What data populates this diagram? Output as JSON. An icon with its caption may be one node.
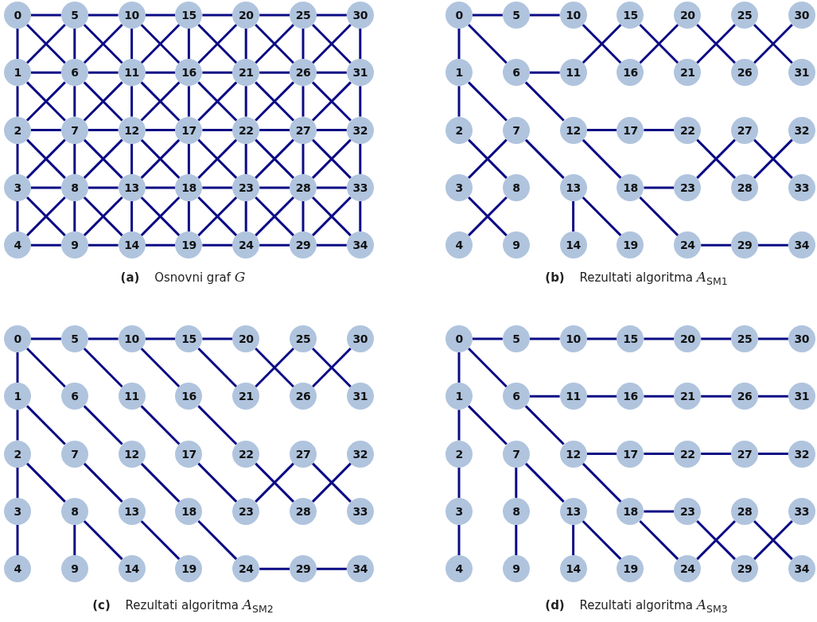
{
  "diagram": {
    "nodes": [
      {
        "text": [
          "0"
        ]
      },
      {
        "text": [
          "1"
        ]
      },
      {
        "text": [
          "2"
        ]
      },
      {
        "text": [
          "3"
        ]
      },
      {
        "text": [
          "4"
        ]
      },
      {
        "text": [
          "5"
        ]
      },
      {
        "text": [
          "6"
        ]
      },
      {
        "text": [
          "7"
        ]
      },
      {
        "text": [
          "8"
        ]
      },
      {
        "text": [
          "9"
        ]
      },
      {
        "text": [
          "10"
        ]
      },
      {
        "text": [
          "11"
        ]
      },
      {
        "text": [
          "12"
        ]
      },
      {
        "text": [
          "13"
        ]
      },
      {
        "text": [
          "14"
        ]
      },
      {
        "text": [
          "15"
        ]
      },
      {
        "text": [
          "16"
        ]
      },
      {
        "text": [
          "17"
        ]
      },
      {
        "text": [
          "18"
        ]
      },
      {
        "text": [
          "19"
        ]
      },
      {
        "text": [
          "20"
        ]
      },
      {
        "text": [
          "21"
        ]
      },
      {
        "text": [
          "22"
        ]
      },
      {
        "text": [
          "23"
        ]
      },
      {
        "text": [
          "24"
        ]
      },
      {
        "text": [
          "25"
        ]
      },
      {
        "text": [
          "26"
        ]
      },
      {
        "text": [
          "27"
        ]
      },
      {
        "text": [
          "28"
        ]
      },
      {
        "text": [
          "29"
        ]
      },
      {
        "text": [
          "30"
        ]
      },
      {
        "text": [
          "31"
        ]
      },
      {
        "text": [
          "32"
        ]
      },
      {
        "text": [
          "33"
        ]
      },
      {
        "text": [
          "34"
        ]
      },
      {
        "text": [
          "0"
        ]
      },
      {
        "text": [
          "1"
        ]
      },
      {
        "text": [
          "2"
        ]
      },
      {
        "text": [
          "3"
        ]
      },
      {
        "text": [
          "4"
        ]
      },
      {
        "text": [
          "5"
        ]
      },
      {
        "text": [
          "6"
        ]
      },
      {
        "text": [
          "7"
        ]
      },
      {
        "text": [
          "8"
        ]
      },
      {
        "text": [
          "9"
        ]
      },
      {
        "text": [
          "10"
        ]
      },
      {
        "text": [
          "11"
        ]
      },
      {
        "text": [
          "12"
        ]
      },
      {
        "text": [
          "13"
        ]
      },
      {
        "text": [
          "14"
        ]
      },
      {
        "text": [
          "15"
        ]
      },
      {
        "text": [
          "16"
        ]
      },
      {
        "text": [
          "17"
        ]
      },
      {
        "text": [
          "18"
        ]
      },
      {
        "text": [
          "19"
        ]
      },
      {
        "text": [
          "20"
        ]
      },
      {
        "text": [
          "21"
        ]
      },
      {
        "text": [
          "22"
        ]
      },
      {
        "text": [
          "23"
        ]
      },
      {
        "text": [
          "24"
        ]
      },
      {
        "text": [
          "25"
        ]
      },
      {
        "text": [
          "26"
        ]
      },
      {
        "text": [
          "27"
        ]
      },
      {
        "text": [
          "28"
        ]
      },
      {
        "text": [
          "29"
        ]
      },
      {
        "text": [
          "30"
        ]
      },
      {
        "text": [
          "31"
        ]
      },
      {
        "text": [
          "32"
        ]
      },
      {
        "text": [
          "33"
        ]
      },
      {
        "text": [
          "34"
        ]
      },
      {
        "text": [
          "0"
        ]
      },
      {
        "text": [
          "1"
        ]
      },
      {
        "text": [
          "2"
        ]
      },
      {
        "text": [
          "3"
        ]
      },
      {
        "text": [
          "4"
        ]
      },
      {
        "text": [
          "5"
        ]
      },
      {
        "text": [
          "6"
        ]
      },
      {
        "text": [
          "7"
        ]
      },
      {
        "text": [
          "8"
        ]
      },
      {
        "text": [
          "9"
        ]
      },
      {
        "text": [
          "10"
        ]
      },
      {
        "text": [
          "11"
        ]
      },
      {
        "text": [
          "12"
        ]
      },
      {
        "text": [
          "13"
        ]
      },
      {
        "text": [
          "14"
        ]
      },
      {
        "text": [
          "15"
        ]
      },
      {
        "text": [
          "16"
        ]
      },
      {
        "text": [
          "17"
        ]
      },
      {
        "text": [
          "18"
        ]
      },
      {
        "text": [
          "19"
        ]
      },
      {
        "text": [
          "20"
        ]
      },
      {
        "text": [
          "21"
        ]
      },
      {
        "text": [
          "22"
        ]
      },
      {
        "text": [
          "23"
        ]
      },
      {
        "text": [
          "24"
        ]
      },
      {
        "text": [
          "25"
        ]
      },
      {
        "text": [
          "26"
        ]
      },
      {
        "text": [
          "27"
        ]
      },
      {
        "text": [
          "28"
        ]
      },
      {
        "text": [
          "29"
        ]
      },
      {
        "text": [
          "30"
        ]
      },
      {
        "text": [
          "31"
        ]
      },
      {
        "text": [
          "32"
        ]
      },
      {
        "text": [
          "33"
        ]
      },
      {
        "text": [
          "34"
        ]
      },
      {
        "text": [
          "0"
        ]
      },
      {
        "text": [
          "1"
        ]
      },
      {
        "text": [
          "2"
        ]
      },
      {
        "text": [
          "3"
        ]
      },
      {
        "text": [
          "4"
        ]
      },
      {
        "text": [
          "5"
        ]
      },
      {
        "text": [
          "6"
        ]
      },
      {
        "text": [
          "7"
        ]
      },
      {
        "text": [
          "8"
        ]
      },
      {
        "text": [
          "9"
        ]
      },
      {
        "text": [
          "10"
        ]
      },
      {
        "text": [
          "11"
        ]
      },
      {
        "text": [
          "12"
        ]
      },
      {
        "text": [
          "13"
        ]
      },
      {
        "text": [
          "14"
        ]
      },
      {
        "text": [
          "15"
        ]
      },
      {
        "text": [
          "16"
        ]
      },
      {
        "text": [
          "17"
        ]
      },
      {
        "text": [
          "18"
        ]
      },
      {
        "text": [
          "19"
        ]
      },
      {
        "text": [
          "20"
        ]
      },
      {
        "text": [
          "21"
        ]
      },
      {
        "text": [
          "22"
        ]
      },
      {
        "text": [
          "23"
        ]
      },
      {
        "text": [
          "24"
        ]
      },
      {
        "text": [
          "25"
        ]
      },
      {
        "text": [
          "26"
        ]
      },
      {
        "text": [
          "27"
        ]
      },
      {
        "text": [
          "28"
        ]
      },
      {
        "text": [
          "29"
        ]
      },
      {
        "text": [
          "30"
        ]
      },
      {
        "text": [
          "31"
        ]
      },
      {
        "text": [
          "32"
        ]
      },
      {
        "text": [
          "33"
        ]
      },
      {
        "text": [
          "34"
        ]
      }
    ],
    "edges": [
      {
        "from": 0,
        "to": 1,
        "arrow": "none"
      },
      {
        "from": 0,
        "to": 5,
        "arrow": "none"
      },
      {
        "from": 0,
        "to": 6,
        "arrow": "none"
      },
      {
        "from": 1,
        "to": 5,
        "arrow": "none"
      },
      {
        "from": 1,
        "to": 2,
        "arrow": "none"
      },
      {
        "from": 1,
        "to": 6,
        "arrow": "none"
      },
      {
        "from": 1,
        "to": 7,
        "arrow": "none"
      },
      {
        "from": 2,
        "to": 6,
        "arrow": "none"
      },
      {
        "from": 2,
        "to": 3,
        "arrow": "none"
      },
      {
        "from": 2,
        "to": 7,
        "arrow": "none"
      },
      {
        "from": 2,
        "to": 8,
        "arrow": "none"
      },
      {
        "from": 3,
        "to": 7,
        "arrow": "none"
      },
      {
        "from": 3,
        "to": 4,
        "arrow": "none"
      },
      {
        "from": 3,
        "to": 8,
        "arrow": "none"
      },
      {
        "from": 3,
        "to": 9,
        "arrow": "none"
      },
      {
        "from": 4,
        "to": 8,
        "arrow": "none"
      },
      {
        "from": 4,
        "to": 9,
        "arrow": "none"
      },
      {
        "from": 5,
        "to": 6,
        "arrow": "none"
      },
      {
        "from": 5,
        "to": 10,
        "arrow": "none"
      },
      {
        "from": 5,
        "to": 11,
        "arrow": "none"
      },
      {
        "from": 6,
        "to": 10,
        "arrow": "none"
      },
      {
        "from": 6,
        "to": 7,
        "arrow": "none"
      },
      {
        "from": 6,
        "to": 11,
        "arrow": "none"
      },
      {
        "from": 6,
        "to": 12,
        "arrow": "none"
      },
      {
        "from": 7,
        "to": 11,
        "arrow": "none"
      },
      {
        "from": 7,
        "to": 8,
        "arrow": "none"
      },
      {
        "from": 7,
        "to": 12,
        "arrow": "none"
      },
      {
        "from": 7,
        "to": 13,
        "arrow": "none"
      },
      {
        "from": 8,
        "to": 12,
        "arrow": "none"
      },
      {
        "from": 8,
        "to": 9,
        "arrow": "none"
      },
      {
        "from": 8,
        "to": 13,
        "arrow": "none"
      },
      {
        "from": 8,
        "to": 14,
        "arrow": "none"
      },
      {
        "from": 9,
        "to": 13,
        "arrow": "none"
      },
      {
        "from": 9,
        "to": 14,
        "arrow": "none"
      },
      {
        "from": 10,
        "to": 11,
        "arrow": "none"
      },
      {
        "from": 10,
        "to": 15,
        "arrow": "none"
      },
      {
        "from": 10,
        "to": 16,
        "arrow": "none"
      },
      {
        "from": 11,
        "to": 15,
        "arrow": "none"
      },
      {
        "from": 11,
        "to": 12,
        "arrow": "none"
      },
      {
        "from": 11,
        "to": 16,
        "arrow": "none"
      },
      {
        "from": 11,
        "to": 17,
        "arrow": "none"
      },
      {
        "from": 12,
        "to": 16,
        "arrow": "none"
      },
      {
        "from": 12,
        "to": 13,
        "arrow": "none"
      },
      {
        "from": 12,
        "to": 17,
        "arrow": "none"
      },
      {
        "from": 12,
        "to": 18,
        "arrow": "none"
      },
      {
        "from": 13,
        "to": 17,
        "arrow": "none"
      },
      {
        "from": 13,
        "to": 14,
        "arrow": "none"
      },
      {
        "from": 13,
        "to": 18,
        "arrow": "none"
      },
      {
        "from": 13,
        "to": 19,
        "arrow": "none"
      },
      {
        "from": 14,
        "to": 18,
        "arrow": "none"
      },
      {
        "from": 14,
        "to": 19,
        "arrow": "none"
      },
      {
        "from": 15,
        "to": 16,
        "arrow": "none"
      },
      {
        "from": 15,
        "to": 20,
        "arrow": "none"
      },
      {
        "from": 15,
        "to": 21,
        "arrow": "none"
      },
      {
        "from": 16,
        "to": 20,
        "arrow": "none"
      },
      {
        "from": 16,
        "to": 17,
        "arrow": "none"
      },
      {
        "from": 16,
        "to": 21,
        "arrow": "none"
      },
      {
        "from": 16,
        "to": 22,
        "arrow": "none"
      },
      {
        "from": 17,
        "to": 21,
        "arrow": "none"
      },
      {
        "from": 17,
        "to": 18,
        "arrow": "none"
      },
      {
        "from": 17,
        "to": 22,
        "arrow": "none"
      },
      {
        "from": 17,
        "to": 23,
        "arrow": "none"
      },
      {
        "from": 18,
        "to": 22,
        "arrow": "none"
      },
      {
        "from": 18,
        "to": 19,
        "arrow": "none"
      },
      {
        "from": 18,
        "to": 23,
        "arrow": "none"
      },
      {
        "from": 18,
        "to": 24,
        "arrow": "none"
      },
      {
        "from": 19,
        "to": 23,
        "arrow": "none"
      },
      {
        "from": 19,
        "to": 24,
        "arrow": "none"
      },
      {
        "from": 20,
        "to": 21,
        "arrow": "none"
      },
      {
        "from": 20,
        "to": 25,
        "arrow": "none"
      },
      {
        "from": 20,
        "to": 26,
        "arrow": "none"
      },
      {
        "from": 21,
        "to": 25,
        "arrow": "none"
      },
      {
        "from": 21,
        "to": 22,
        "arrow": "none"
      },
      {
        "from": 21,
        "to": 26,
        "arrow": "none"
      },
      {
        "from": 21,
        "to": 27,
        "arrow": "none"
      },
      {
        "from": 22,
        "to": 26,
        "arrow": "none"
      },
      {
        "from": 22,
        "to": 23,
        "arrow": "none"
      },
      {
        "from": 22,
        "to": 27,
        "arrow": "none"
      },
      {
        "from": 22,
        "to": 28,
        "arrow": "none"
      },
      {
        "from": 23,
        "to": 27,
        "arrow": "none"
      },
      {
        "from": 23,
        "to": 24,
        "arrow": "none"
      },
      {
        "from": 23,
        "to": 28,
        "arrow": "none"
      },
      {
        "from": 23,
        "to": 29,
        "arrow": "none"
      },
      {
        "from": 24,
        "to": 28,
        "arrow": "none"
      },
      {
        "from": 24,
        "to": 29,
        "arrow": "none"
      },
      {
        "from": 25,
        "to": 26,
        "arrow": "none"
      },
      {
        "from": 25,
        "to": 30,
        "arrow": "none"
      },
      {
        "from": 25,
        "to": 31,
        "arrow": "none"
      },
      {
        "from": 26,
        "to": 30,
        "arrow": "none"
      },
      {
        "from": 26,
        "to": 27,
        "arrow": "none"
      },
      {
        "from": 26,
        "to": 31,
        "arrow": "none"
      },
      {
        "from": 26,
        "to": 32,
        "arrow": "none"
      },
      {
        "from": 27,
        "to": 31,
        "arrow": "none"
      },
      {
        "from": 27,
        "to": 28,
        "arrow": "none"
      },
      {
        "from": 27,
        "to": 32,
        "arrow": "none"
      },
      {
        "from": 27,
        "to": 33,
        "arrow": "none"
      },
      {
        "from": 28,
        "to": 32,
        "arrow": "none"
      },
      {
        "from": 28,
        "to": 29,
        "arrow": "none"
      },
      {
        "from": 28,
        "to": 33,
        "arrow": "none"
      },
      {
        "from": 28,
        "to": 34,
        "arrow": "none"
      },
      {
        "from": 29,
        "to": 33,
        "arrow": "none"
      },
      {
        "from": 29,
        "to": 34,
        "arrow": "none"
      },
      {
        "from": 30,
        "to": 31,
        "arrow": "none"
      },
      {
        "from": 31,
        "to": 32,
        "arrow": "none"
      },
      {
        "from": 32,
        "to": 33,
        "arrow": "none"
      },
      {
        "from": 33,
        "to": 34,
        "arrow": "none"
      },
      {
        "from": 35,
        "to": 40,
        "arrow": "none"
      },
      {
        "from": 40,
        "to": 45,
        "arrow": "none"
      },
      {
        "from": 35,
        "to": 36,
        "arrow": "none"
      },
      {
        "from": 36,
        "to": 37,
        "arrow": "none"
      },
      {
        "from": 35,
        "to": 41,
        "arrow": "none"
      },
      {
        "from": 41,
        "to": 46,
        "arrow": "none"
      },
      {
        "from": 46,
        "to": 50,
        "arrow": "none"
      },
      {
        "from": 45,
        "to": 51,
        "arrow": "none"
      },
      {
        "from": 50,
        "to": 56,
        "arrow": "none"
      },
      {
        "from": 51,
        "to": 55,
        "arrow": "none"
      },
      {
        "from": 55,
        "to": 61,
        "arrow": "none"
      },
      {
        "from": 56,
        "to": 60,
        "arrow": "none"
      },
      {
        "from": 60,
        "to": 66,
        "arrow": "none"
      },
      {
        "from": 61,
        "to": 65,
        "arrow": "none"
      },
      {
        "from": 41,
        "to": 47,
        "arrow": "none"
      },
      {
        "from": 47,
        "to": 52,
        "arrow": "none"
      },
      {
        "from": 52,
        "to": 57,
        "arrow": "none"
      },
      {
        "from": 57,
        "to": 63,
        "arrow": "none"
      },
      {
        "from": 58,
        "to": 62,
        "arrow": "none"
      },
      {
        "from": 62,
        "to": 68,
        "arrow": "none"
      },
      {
        "from": 63,
        "to": 67,
        "arrow": "none"
      },
      {
        "from": 47,
        "to": 53,
        "arrow": "none"
      },
      {
        "from": 53,
        "to": 58,
        "arrow": "none"
      },
      {
        "from": 53,
        "to": 59,
        "arrow": "none"
      },
      {
        "from": 59,
        "to": 64,
        "arrow": "none"
      },
      {
        "from": 64,
        "to": 69,
        "arrow": "none"
      },
      {
        "from": 36,
        "to": 42,
        "arrow": "none"
      },
      {
        "from": 42,
        "to": 48,
        "arrow": "none"
      },
      {
        "from": 48,
        "to": 49,
        "arrow": "none"
      },
      {
        "from": 48,
        "to": 54,
        "arrow": "none"
      },
      {
        "from": 37,
        "to": 43,
        "arrow": "none"
      },
      {
        "from": 38,
        "to": 42,
        "arrow": "none"
      },
      {
        "from": 38,
        "to": 44,
        "arrow": "none"
      },
      {
        "from": 39,
        "to": 43,
        "arrow": "none"
      },
      {
        "from": 70,
        "to": 75,
        "arrow": "none"
      },
      {
        "from": 75,
        "to": 80,
        "arrow": "none"
      },
      {
        "from": 80,
        "to": 85,
        "arrow": "none"
      },
      {
        "from": 85,
        "to": 90,
        "arrow": "none"
      },
      {
        "from": 90,
        "to": 96,
        "arrow": "none"
      },
      {
        "from": 91,
        "to": 95,
        "arrow": "none"
      },
      {
        "from": 95,
        "to": 101,
        "arrow": "none"
      },
      {
        "from": 96,
        "to": 100,
        "arrow": "none"
      },
      {
        "from": 70,
        "to": 71,
        "arrow": "none"
      },
      {
        "from": 71,
        "to": 72,
        "arrow": "none"
      },
      {
        "from": 72,
        "to": 73,
        "arrow": "none"
      },
      {
        "from": 73,
        "to": 74,
        "arrow": "none"
      },
      {
        "from": 70,
        "to": 76,
        "arrow": "none"
      },
      {
        "from": 75,
        "to": 81,
        "arrow": "none"
      },
      {
        "from": 80,
        "to": 86,
        "arrow": "none"
      },
      {
        "from": 85,
        "to": 91,
        "arrow": "none"
      },
      {
        "from": 76,
        "to": 82,
        "arrow": "none"
      },
      {
        "from": 82,
        "to": 88,
        "arrow": "none"
      },
      {
        "from": 88,
        "to": 94,
        "arrow": "none"
      },
      {
        "from": 94,
        "to": 99,
        "arrow": "none"
      },
      {
        "from": 99,
        "to": 104,
        "arrow": "none"
      },
      {
        "from": 81,
        "to": 87,
        "arrow": "none"
      },
      {
        "from": 87,
        "to": 93,
        "arrow": "none"
      },
      {
        "from": 86,
        "to": 92,
        "arrow": "none"
      },
      {
        "from": 92,
        "to": 98,
        "arrow": "none"
      },
      {
        "from": 93,
        "to": 97,
        "arrow": "none"
      },
      {
        "from": 97,
        "to": 103,
        "arrow": "none"
      },
      {
        "from": 98,
        "to": 102,
        "arrow": "none"
      },
      {
        "from": 71,
        "to": 77,
        "arrow": "none"
      },
      {
        "from": 77,
        "to": 83,
        "arrow": "none"
      },
      {
        "from": 83,
        "to": 89,
        "arrow": "none"
      },
      {
        "from": 72,
        "to": 78,
        "arrow": "none"
      },
      {
        "from": 78,
        "to": 79,
        "arrow": "none"
      },
      {
        "from": 78,
        "to": 84,
        "arrow": "none"
      },
      {
        "from": 105,
        "to": 110,
        "arrow": "none"
      },
      {
        "from": 110,
        "to": 115,
        "arrow": "none"
      },
      {
        "from": 115,
        "to": 120,
        "arrow": "none"
      },
      {
        "from": 120,
        "to": 125,
        "arrow": "none"
      },
      {
        "from": 125,
        "to": 130,
        "arrow": "none"
      },
      {
        "from": 130,
        "to": 135,
        "arrow": "none"
      },
      {
        "from": 105,
        "to": 106,
        "arrow": "none"
      },
      {
        "from": 106,
        "to": 107,
        "arrow": "none"
      },
      {
        "from": 107,
        "to": 108,
        "arrow": "none"
      },
      {
        "from": 108,
        "to": 109,
        "arrow": "none"
      },
      {
        "from": 105,
        "to": 111,
        "arrow": "none"
      },
      {
        "from": 111,
        "to": 116,
        "arrow": "none"
      },
      {
        "from": 116,
        "to": 121,
        "arrow": "none"
      },
      {
        "from": 121,
        "to": 126,
        "arrow": "none"
      },
      {
        "from": 126,
        "to": 131,
        "arrow": "none"
      },
      {
        "from": 131,
        "to": 136,
        "arrow": "none"
      },
      {
        "from": 111,
        "to": 117,
        "arrow": "none"
      },
      {
        "from": 117,
        "to": 122,
        "arrow": "none"
      },
      {
        "from": 122,
        "to": 127,
        "arrow": "none"
      },
      {
        "from": 127,
        "to": 132,
        "arrow": "none"
      },
      {
        "from": 132,
        "to": 137,
        "arrow": "none"
      },
      {
        "from": 117,
        "to": 123,
        "arrow": "none"
      },
      {
        "from": 123,
        "to": 128,
        "arrow": "none"
      },
      {
        "from": 123,
        "to": 129,
        "arrow": "none"
      },
      {
        "from": 128,
        "to": 134,
        "arrow": "none"
      },
      {
        "from": 129,
        "to": 133,
        "arrow": "none"
      },
      {
        "from": 133,
        "to": 139,
        "arrow": "none"
      },
      {
        "from": 134,
        "to": 138,
        "arrow": "none"
      },
      {
        "from": 106,
        "to": 112,
        "arrow": "none"
      },
      {
        "from": 112,
        "to": 113,
        "arrow": "none"
      },
      {
        "from": 113,
        "to": 114,
        "arrow": "none"
      },
      {
        "from": 112,
        "to": 118,
        "arrow": "none"
      },
      {
        "from": 118,
        "to": 119,
        "arrow": "none"
      },
      {
        "from": 118,
        "to": 124,
        "arrow": "none"
      }
    ],
    "labels": [
      "**(a)** Osnovni graf *G*",
      "**(b)** Rezultati algoritma *A*$_{SM1}$",
      "**(c)** Rezultati algoritma *A*$_{SM2}$",
      "**(d)** Rezultati algoritma *A*$_{SM3}$"
    ]
  }
}
